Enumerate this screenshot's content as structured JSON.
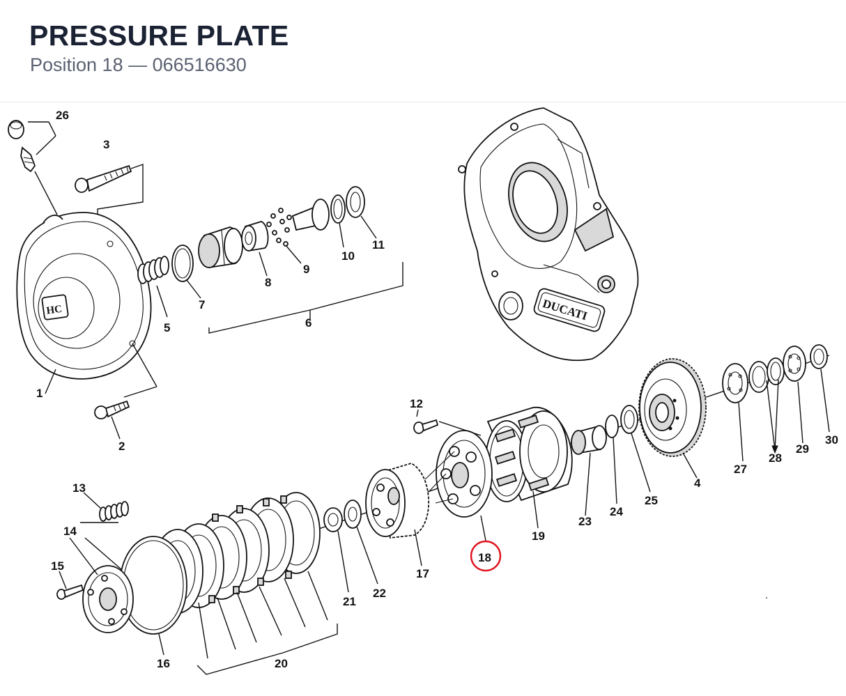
{
  "header": {
    "title": "PRESSURE PLATE",
    "subtitle": "Position 18 — 066516630"
  },
  "highlight": {
    "position": "18",
    "color": "#e0141e"
  },
  "cover_logo": "HC",
  "brand_plate": "DUCATI",
  "callouts": [
    "1",
    "2",
    "3",
    "4",
    "5",
    "6",
    "7",
    "8",
    "9",
    "10",
    "11",
    "12",
    "13",
    "14",
    "15",
    "16",
    "17",
    "18",
    "19",
    "20",
    "21",
    "22",
    "23",
    "24",
    "25",
    "26",
    "27",
    "28",
    "29",
    "30"
  ]
}
